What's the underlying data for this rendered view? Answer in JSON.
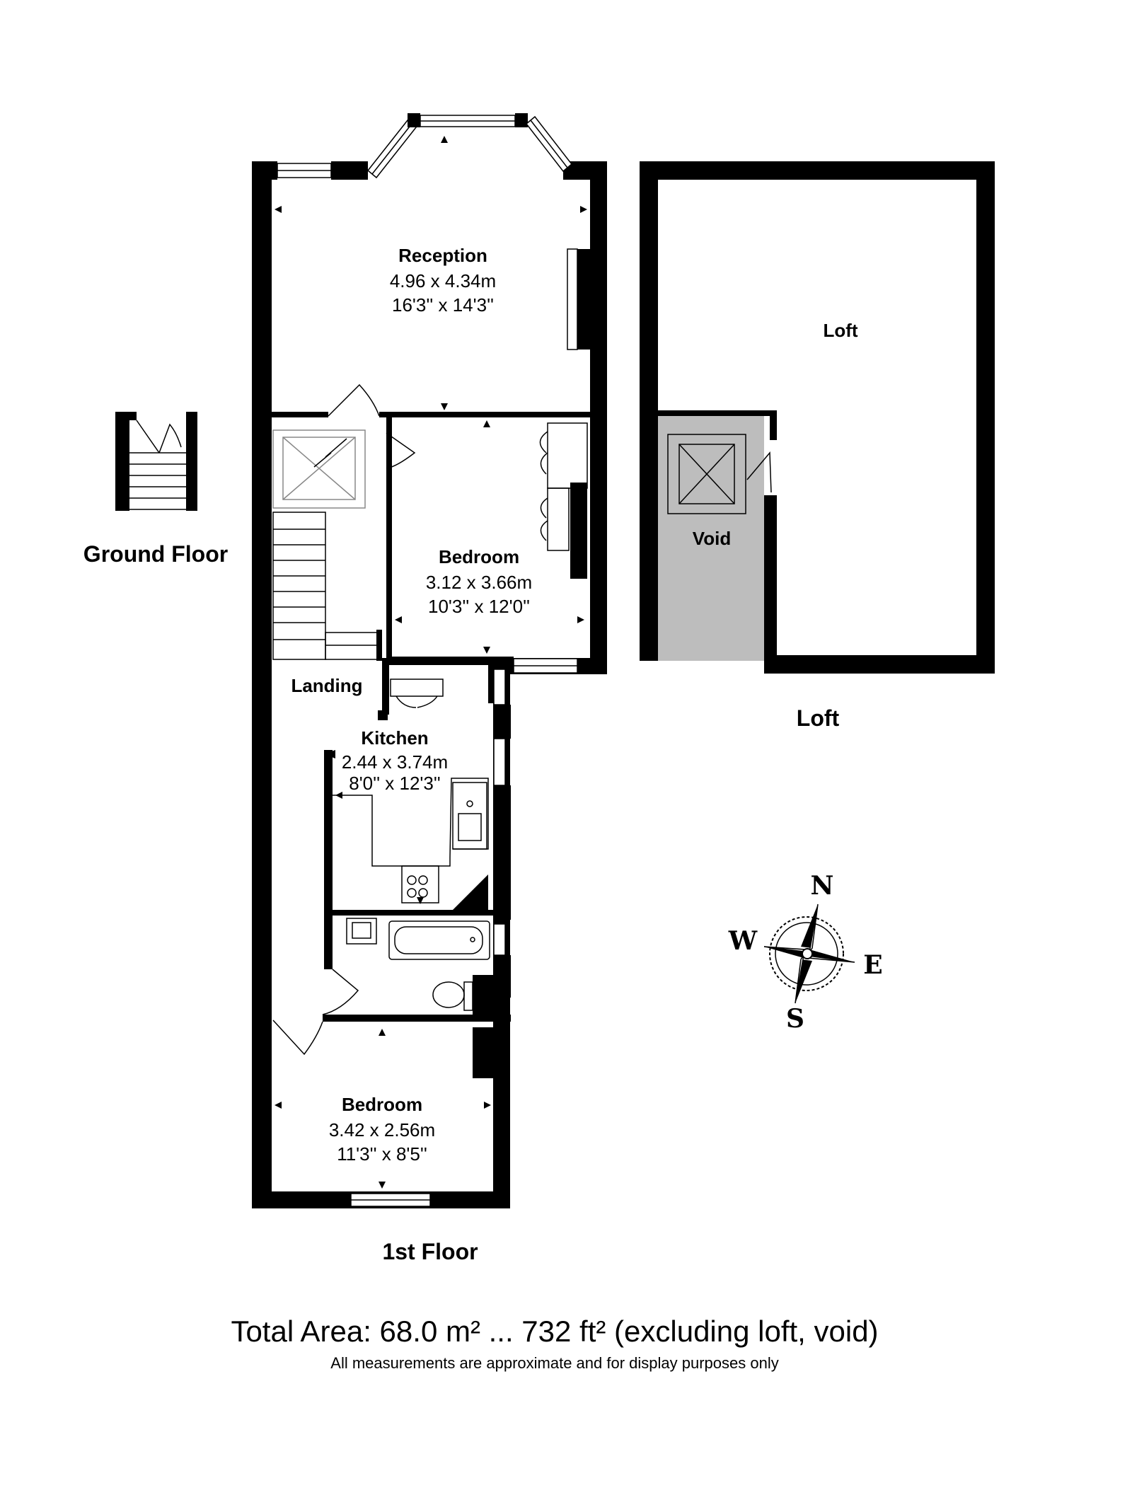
{
  "floors": {
    "ground": "Ground Floor",
    "first": "1st Floor",
    "loft": "Loft"
  },
  "rooms": {
    "reception": {
      "name": "Reception",
      "metric": "4.96 x 4.34m",
      "imperial": "16'3'' x 14'3''"
    },
    "bedroom1": {
      "name": "Bedroom",
      "metric": "3.12 x 3.66m",
      "imperial": "10'3'' x 12'0''"
    },
    "landing": {
      "name": "Landing"
    },
    "kitchen": {
      "name": "Kitchen",
      "metric": "2.44 x 3.74m",
      "imperial": "8'0'' x 12'3''"
    },
    "bedroom2": {
      "name": "Bedroom",
      "metric": "3.42 x 2.56m",
      "imperial": "11'3'' x 8'5''"
    },
    "loft": {
      "name": "Loft"
    },
    "void": {
      "name": "Void"
    }
  },
  "compass": {
    "n": "N",
    "e": "E",
    "s": "S",
    "w": "W"
  },
  "footer": {
    "total_area": "Total Area: 68.0 m² ... 732 ft² (excluding loft, void)",
    "disclaimer": "All measurements are approximate and for display purposes only"
  },
  "colors": {
    "wall": "#000000",
    "void_fill": "#bdbdbd"
  }
}
